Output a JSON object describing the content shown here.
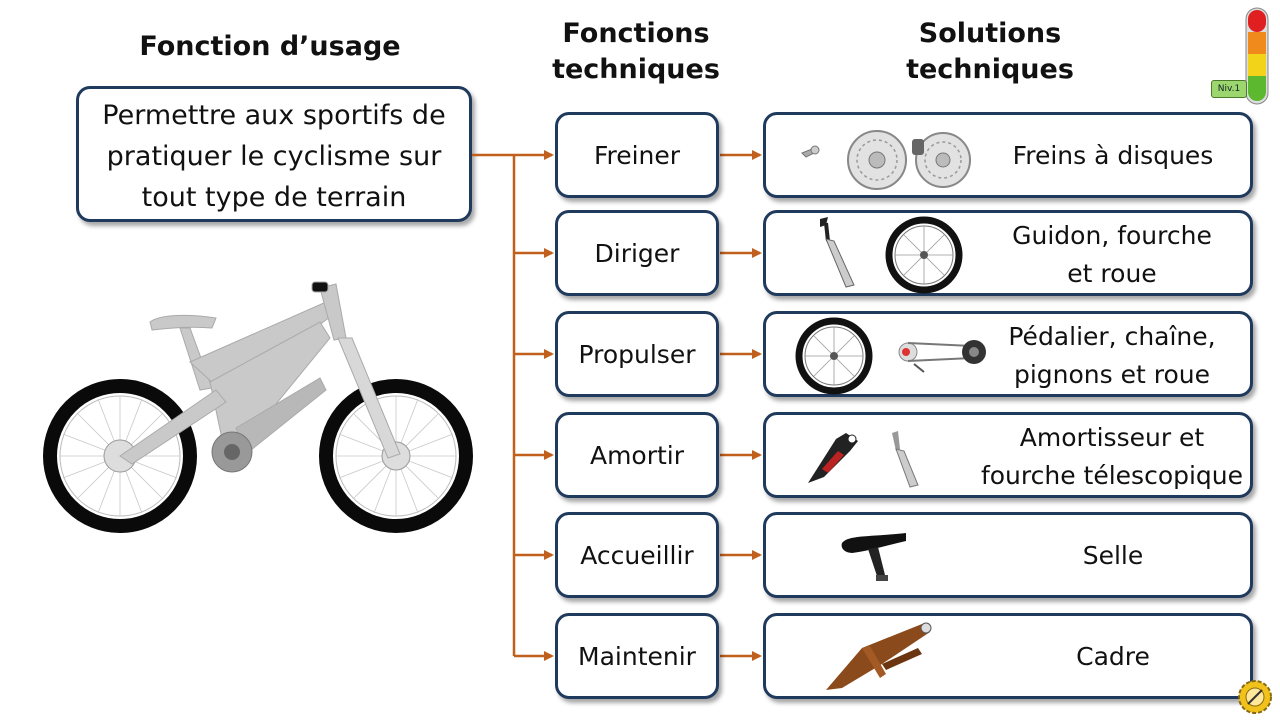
{
  "headings": {
    "usage": "Fonction d’usage",
    "technical_functions": "Fonctions\ntechniques",
    "technical_solutions": "Solutions\ntechniques"
  },
  "usage_function": "Permettre aux sportifs de\npratiquer le cyclisme sur\ntout type de terrain",
  "functions": [
    {
      "label": "Freiner",
      "solution": "Freins à disques",
      "images": [
        "brake-lever-icon",
        "brake-disc-icon",
        "brake-caliper-disc-icon"
      ]
    },
    {
      "label": "Diriger",
      "solution": "Guidon, fourche\net roue",
      "images": [
        "handlebar-fork-icon",
        "wheel-icon"
      ]
    },
    {
      "label": "Propulser",
      "solution": "Pédalier, chaîne,\npignons et roue",
      "images": [
        "wheel-icon",
        "drivetrain-icon"
      ]
    },
    {
      "label": "Amortir",
      "solution": "Amortisseur et\nfourche télescopique",
      "images": [
        "shock-absorber-icon",
        "telescopic-fork-icon"
      ]
    },
    {
      "label": "Accueillir",
      "solution": "Selle",
      "images": [
        "saddle-icon"
      ]
    },
    {
      "label": "Maintenir",
      "solution": "Cadre",
      "images": [
        "frame-icon"
      ]
    }
  ],
  "level_badge": "Niv.1",
  "colors": {
    "box_border": "#1f3a5c",
    "arrow": "#c0601c",
    "level_red": "#e02020",
    "level_orange": "#f08a1c",
    "level_yellow": "#f2d31a",
    "level_green": "#5cb82e"
  }
}
